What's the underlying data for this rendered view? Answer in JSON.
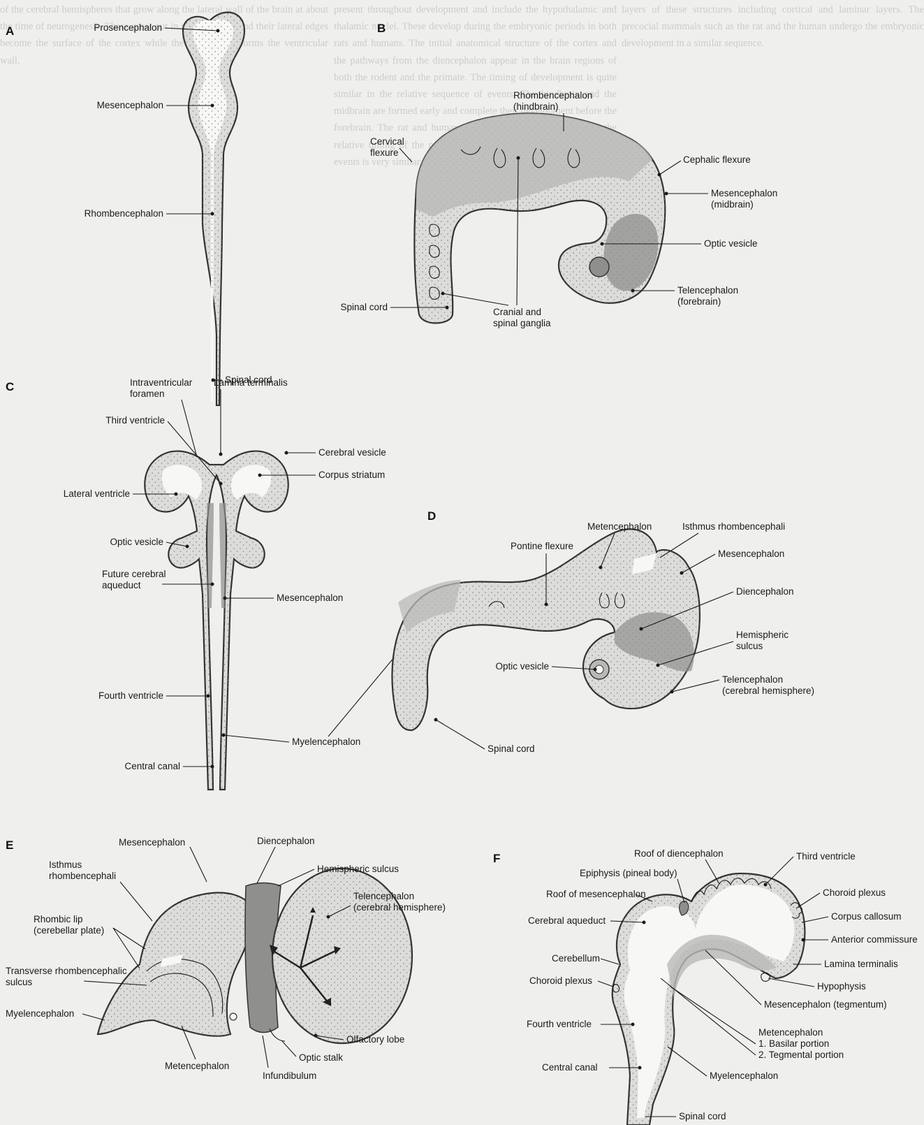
{
  "background_text": {
    "col1": "of the cerebral hemispheres that grow along the lateral wall of the brain at about the time of neurogenesis. These grow out in many regions and their lateral edges become the surface of the cortex while the medial part forms the ventricular wall.",
    "col2": "present throughout development and include the hypothalamic and thalamic nuclei. These develop during the embryonic periods in both rats and humans. The initial anatomical structure of the cortex and the pathways from the diencephalon appear in the brain regions of both the rodent and the primate. The timing of development is quite similar in the relative sequence of events. The hindbrain and the midbrain are formed early and complete their development before the forebrain. The rat and human brains differ in their size and in the relative timing of the process, but the basic pattern of the cellular events is very similar.",
    "col3": "layers of these structures including cortical and laminar layers. The precocial mammals such as the rat and the human undergo the embryonic development in a similar sequence."
  },
  "plates": [
    {
      "letter": "A",
      "labels": [
        "Prosencephalon",
        "Mesencephalon",
        "Rhombencephalon",
        "Spinal cord"
      ]
    },
    {
      "letter": "B",
      "labels": [
        "Rhombencephalon",
        "(hindbrain)",
        "Cervical",
        "flexure",
        "Cephalic flexure",
        "Mesencephalon",
        "(midbrain)",
        "Optic vesicle",
        "Telencephalon",
        "(forebrain)",
        "Spinal cord",
        "Cranial and",
        "spinal ganglia"
      ]
    },
    {
      "letter": "C",
      "labels": [
        "Intraventricular",
        "foramen",
        "Lamina terminalis",
        "Third ventricle",
        "Cerebral vesicle",
        "Corpus striatum",
        "Lateral ventricle",
        "Optic vesicle",
        "Future cerebral",
        "aqueduct",
        "Mesencephalon",
        "Fourth ventricle",
        "Myelencephalon",
        "Central canal"
      ]
    },
    {
      "letter": "D",
      "labels": [
        "Metencephalon",
        "Isthmus rhombencephali",
        "Pontine flexure",
        "Mesencephalon",
        "Diencephalon",
        "Hemispheric",
        "sulcus",
        "Optic vesicle",
        "Telencephalon",
        "(cerebral hemisphere)",
        "Spinal cord"
      ]
    },
    {
      "letter": "E",
      "labels": [
        "Mesencephalon",
        "Diencephalon",
        "Hemispheric sulcus",
        "Telencephalon",
        "(cerebral hemisphere)",
        "Isthmus",
        "rhombencephali",
        "Rhombic lip",
        "(cerebellar plate)",
        "Transverse rhombencephalic",
        "sulcus",
        "Myelencephalon",
        "Olfactory lobe",
        "Optic stalk",
        "Metencephalon",
        "Infundibulum"
      ]
    },
    {
      "letter": "F",
      "labels": [
        "Roof of diencephalon",
        "Third ventricle",
        "Epiphysis (pineal body)",
        "Roof of mesencephalon",
        "Choroid plexus",
        "Cerebral aqueduct",
        "Corpus callosum",
        "Anterior commissure",
        "Cerebellum",
        "Lamina terminalis",
        "Choroid plexus",
        "Hypophysis",
        "Mesencephalon (tegmentum)",
        "Fourth ventricle",
        "Metencephalon",
        "1. Basilar portion",
        "2. Tegmental portion",
        "Central canal",
        "Myelencephalon",
        "Spinal cord"
      ]
    }
  ]
}
